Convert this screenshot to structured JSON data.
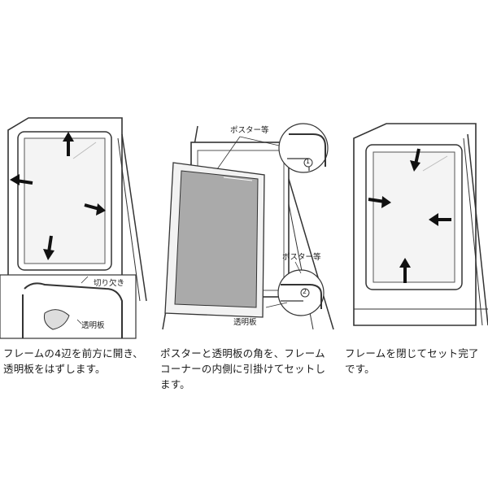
{
  "steps": [
    {
      "caption": "フレームの4辺を前方に開き、透明板をはずします。",
      "labels": {
        "notch": "切り欠き",
        "clear_plate": "透明板"
      }
    },
    {
      "caption": "ポスターと透明板の角を、フレームコーナーの内側に引掛けてセットします。",
      "labels": {
        "poster_top": "ポスター等",
        "poster_bottom": "ポスター等",
        "clear_plate": "透明板",
        "num1": "1",
        "num2": "2"
      }
    },
    {
      "caption": "フレームを閉じてセット完了です。"
    }
  ],
  "colors": {
    "line": "#333333",
    "poster": "#aaaaaa",
    "glass": "#e6e6e6"
  }
}
